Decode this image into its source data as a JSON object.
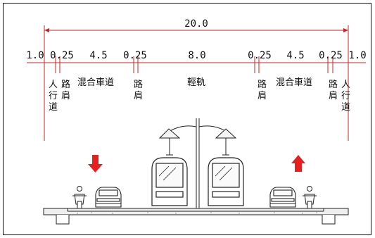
{
  "total_width": "20.0",
  "dimensions": [
    "1.0",
    "0.25",
    "4.5",
    "0.25",
    "8.0",
    "0.25",
    "4.5",
    "0.25",
    "1.0"
  ],
  "labels": {
    "sidewalk_left": "人行道",
    "shoulder_1": "路肩",
    "mixed_lane_left": "混合車道",
    "shoulder_2": "路肩",
    "light_rail": "輕軌",
    "shoulder_3": "路肩",
    "mixed_lane_right": "混合車道",
    "shoulder_4": "路肩",
    "sidewalk_right": "人行道"
  },
  "arrows": {
    "left_direction": "down",
    "right_direction": "up"
  },
  "colors": {
    "line": "#d21f1f",
    "arrow": "#e61f1f",
    "ink": "#111111",
    "ground": "#eeeeee"
  }
}
